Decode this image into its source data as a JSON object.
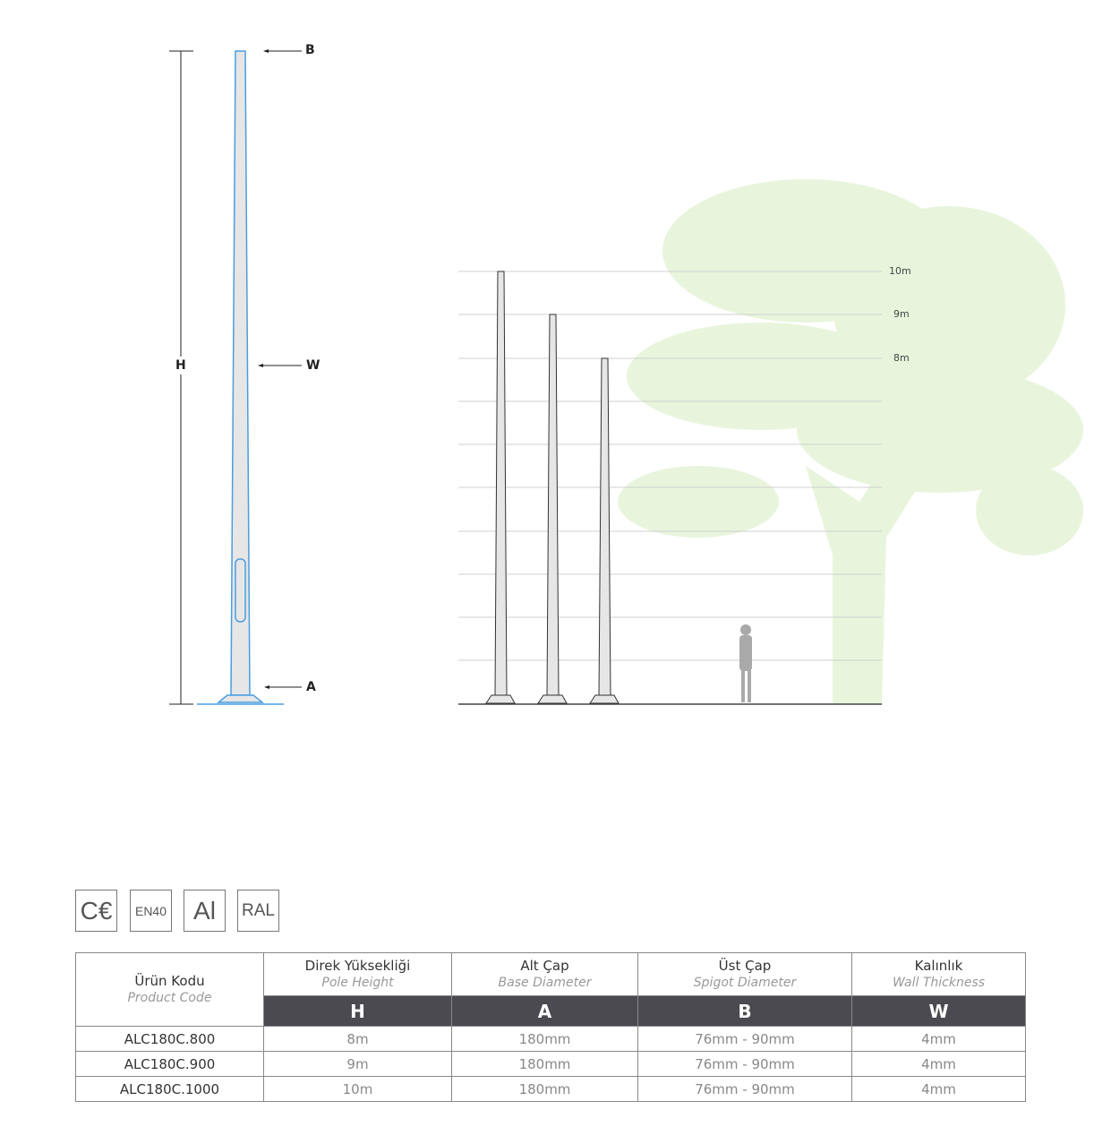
{
  "dimension_drawing": {
    "labels": {
      "top_diameter": "B",
      "height": "H",
      "wall": "W",
      "base": "A"
    },
    "colors": {
      "outline": "#4a9de0",
      "fill": "#e6e6e6"
    }
  },
  "comparison": {
    "grid_labels": [
      "10m",
      "9m",
      "8m"
    ],
    "poles_m": [
      10,
      9,
      8
    ],
    "tree_color": "#e8f5dc"
  },
  "certifications": [
    {
      "name": "ce",
      "label": "C€"
    },
    {
      "name": "en40",
      "label": "EN40"
    },
    {
      "name": "aluminium",
      "label": "Al"
    },
    {
      "name": "ral",
      "label": "RAL"
    }
  ],
  "table": {
    "product_code": {
      "tr": "Ürün Kodu",
      "en": "Product Code"
    },
    "columns": [
      {
        "tr": "Direk Yüksekliği",
        "en": "Pole Height",
        "symbol": "H"
      },
      {
        "tr": "Alt Çap",
        "en": "Base Diameter",
        "symbol": "A"
      },
      {
        "tr": "Üst Çap",
        "en": "Spigot Diameter",
        "symbol": "B"
      },
      {
        "tr": "Kalınlık",
        "en": "Wall Thickness",
        "symbol": "W"
      }
    ],
    "rows": [
      {
        "code": "ALC180C.800",
        "h": "8m",
        "a": "180mm",
        "b": "76mm - 90mm",
        "w": "4mm"
      },
      {
        "code": "ALC180C.900",
        "h": "9m",
        "a": "180mm",
        "b": "76mm - 90mm",
        "w": "4mm"
      },
      {
        "code": "ALC180C.1000",
        "h": "10m",
        "a": "180mm",
        "b": "76mm - 90mm",
        "w": "4mm"
      }
    ]
  }
}
